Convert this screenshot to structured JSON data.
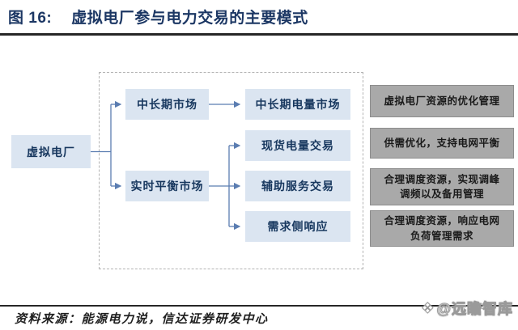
{
  "figure": {
    "label": "图 16:",
    "title": "虚拟电厂参与电力交易的主要模式"
  },
  "diagram": {
    "root": "虚拟电厂",
    "markets": {
      "mid_long": "中长期市场",
      "realtime": "实时平衡市场"
    },
    "trades": {
      "mid_long_energy": "中长期电量市场",
      "spot": "现货电量交易",
      "ancillary": "辅助服务交易",
      "demand_response": "需求侧响应"
    },
    "annotations": {
      "optimize": "虚拟电厂资源的优化管理",
      "balance": "供需优化，支持电网平衡",
      "dispatch_peak": "合理调度资源，实现调峰\n调频以及备用管理",
      "dispatch_load": "合理调度资源，响应电网\n负荷管理需求"
    }
  },
  "footer": {
    "source": "资料来源：能源电力说，信达证券研发中心",
    "watermark": "@远瞻智库",
    "watermark_icon_glyph": "❖"
  },
  "colors": {
    "title_navy": "#1c3764",
    "node_fill": "#dbe5f1",
    "node_text": "#17375e",
    "connector_blue": "#5b7db1",
    "annotation_fill": "#a9a9a9",
    "annotation_border": "#8c8c8c",
    "annotation_text": "#1a1a1a",
    "dashed_border": "#b3b3b3",
    "rule_dark": "#262626"
  }
}
